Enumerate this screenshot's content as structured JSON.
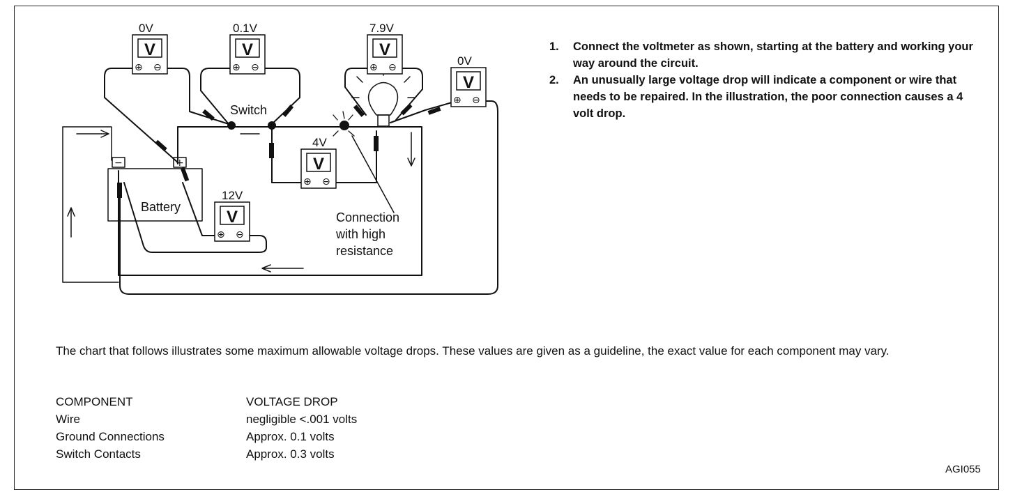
{
  "diagram": {
    "switch_label": "Switch",
    "battery_label": "Battery",
    "connection_label": [
      "Connection",
      "with high",
      "resistance"
    ],
    "meter_symbol": "V",
    "plus_symbol": "⊕",
    "minus_symbol": "⊖",
    "terminal_minus": "−",
    "terminal_plus": "+",
    "meters": [
      {
        "id": "m1",
        "reading": "0V"
      },
      {
        "id": "m2",
        "reading": "0.1V"
      },
      {
        "id": "m3",
        "reading": "7.9V"
      },
      {
        "id": "m4",
        "reading": "0V"
      },
      {
        "id": "m5",
        "reading": "4V"
      },
      {
        "id": "m6",
        "reading": "12V"
      }
    ]
  },
  "instructions": [
    {
      "num": "1.",
      "text": "Connect the voltmeter as shown, starting at the battery and working your way around the circuit."
    },
    {
      "num": "2.",
      "text": "An unusually large voltage drop will indicate a component or wire that needs to be repaired. In the illustration, the poor connection causes a 4 volt drop."
    }
  ],
  "intro": "The chart that follows illustrates some maximum allowable voltage drops. These values are given as a guideline, the exact value for each component may vary.",
  "table": {
    "headers": [
      "COMPONENT",
      "VOLTAGE DROP"
    ],
    "rows": [
      [
        "Wire",
        "negligible <.001 volts"
      ],
      [
        "Ground Connections",
        "Approx. 0.1 volts"
      ],
      [
        "Switch Contacts",
        "Approx. 0.3 volts"
      ]
    ]
  },
  "figure_code": "AGI055"
}
